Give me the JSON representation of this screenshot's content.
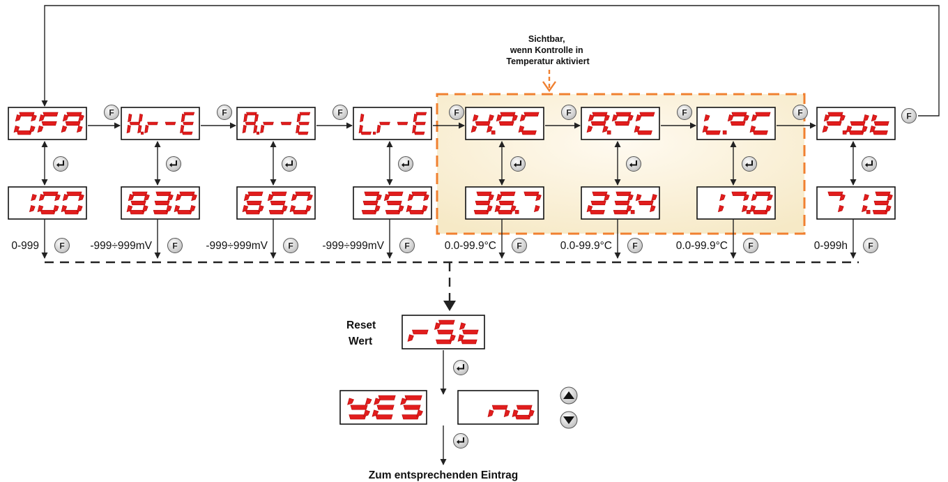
{
  "note": [
    "Sichtbar,",
    "wenn Kontrolle in",
    "Temperatur aktiviert"
  ],
  "params": [
    {
      "code": "0FA",
      "value": "100",
      "range": "0-999"
    },
    {
      "code": "H.r-E",
      "value": "830",
      "range": "-999÷999mV"
    },
    {
      "code": "A.r-E",
      "value": "650",
      "range": "-999÷999mV"
    },
    {
      "code": "L.r-E",
      "value": "350",
      "range": "-999÷999mV"
    },
    {
      "code": "H.°C",
      "value": "36.7",
      "range": "0.0-99.9°C"
    },
    {
      "code": "A.°C",
      "value": "23.4",
      "range": "0.0-99.9°C"
    },
    {
      "code": "L.°C",
      "value": "17.0",
      "range": "0.0-99.9°C"
    },
    {
      "code": "P.dt",
      "value": "71.3",
      "range": "0-999h"
    }
  ],
  "reset": {
    "label_1": "Reset",
    "label_2": "Wert",
    "code": "rSt",
    "yes": "YES",
    "no": "no"
  },
  "footer": "Zum entsprechenden Eintrag",
  "buttons": {
    "f": "F"
  },
  "colors": {
    "segment": "#e11d1d",
    "highlight_border": "#f08030",
    "highlight_fill": "#fbf3dc"
  }
}
